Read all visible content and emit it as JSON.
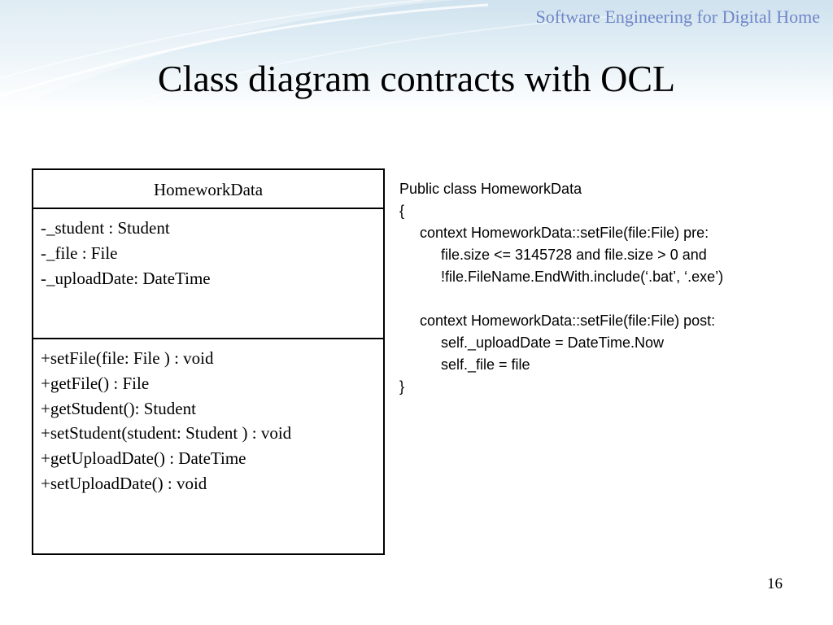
{
  "header": {
    "caption": "Software Engineering for Digital Home"
  },
  "slide": {
    "title": "Class diagram contracts with OCL",
    "page_number": "16"
  },
  "uml_class": {
    "name": "HomeworkData",
    "attributes": [
      "-_student : Student",
      "-_file : File",
      "-_uploadDate: DateTime"
    ],
    "operations": [
      "+setFile(file: File ) : void",
      "+getFile() : File",
      "+getStudent(): Student",
      "+setStudent(student: Student ) : void",
      "+getUploadDate() : DateTime",
      "+setUploadDate() : void"
    ]
  },
  "ocl": {
    "lines": [
      "Public class HomeworkData",
      "{",
      "context HomeworkData::setFile(file:File) pre:",
      "file.size <= 3145728 and file.size > 0 and",
      "!file.FileName.EndWith.include(‘.bat’, ‘.exe’)",
      "",
      "context HomeworkData::setFile(file:File) post:",
      "self._uploadDate = DateTime.Now",
      "self._file = file",
      "}"
    ]
  }
}
